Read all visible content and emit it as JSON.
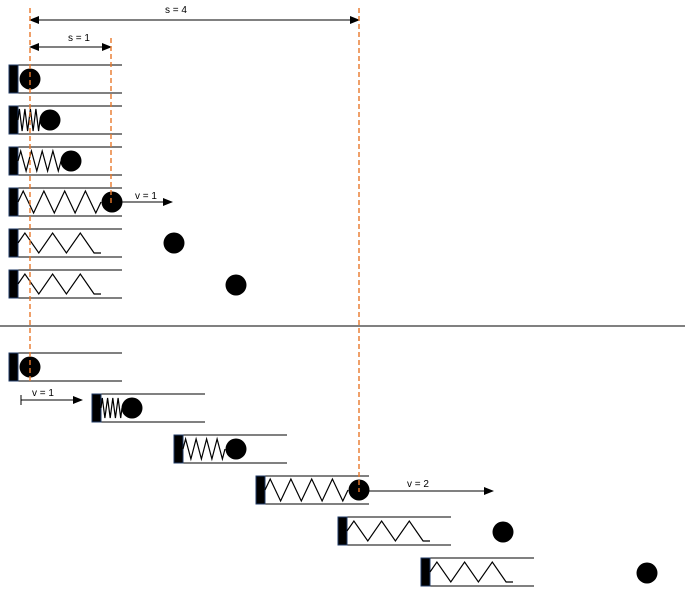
{
  "labels": {
    "s_total": "s = 4",
    "s_one": "s = 1",
    "v_top": "v = 1",
    "v_cart": "v = 1",
    "v_bottom": "v = 2"
  },
  "colors": {
    "guide": "#e8782a",
    "ink": "#000000",
    "wall_edge": "#1f3a66"
  },
  "panels": [
    {
      "name": "top",
      "description_rows": 6
    },
    {
      "name": "bottom",
      "description_rows": 6
    }
  ]
}
